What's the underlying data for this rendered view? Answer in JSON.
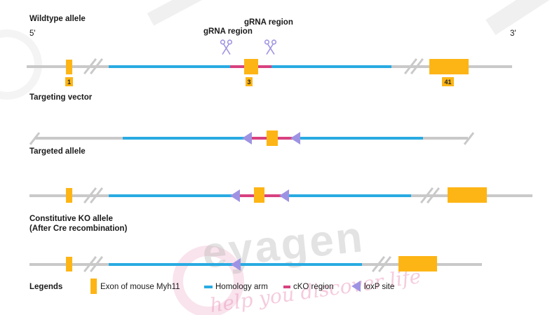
{
  "colors": {
    "exon": "#FDB515",
    "homology": "#29ABE2",
    "cko": "#D8417F",
    "loxp": "#9E93E3",
    "line": "#C9C9C9",
    "text": "#1A1A1A"
  },
  "wildtype": {
    "title": "Wildtype allele",
    "five_prime": "5'",
    "three_prime": "3'",
    "grna_left": "gRNA region",
    "grna_right": "gRNA region",
    "exon1_label": "1",
    "exon3_label": "3",
    "exon41_label": "41"
  },
  "targeting_vector": {
    "title": "Targeting vector"
  },
  "targeted_allele": {
    "title": "Targeted allele"
  },
  "constitutive_ko": {
    "title": "Constitutive KO allele",
    "subtitle": "(After Cre recombination)"
  },
  "legend": {
    "heading": "Legends",
    "items": [
      {
        "label": "Exon of mouse Myh11",
        "swatch": "exon"
      },
      {
        "label": "Homology arm",
        "swatch": "homology"
      },
      {
        "label": "cKO region",
        "swatch": "cko"
      },
      {
        "label": "loxP site",
        "swatch": "loxp"
      }
    ]
  },
  "watermark": {
    "brand": "eyagen",
    "tagline": "help you discover life"
  }
}
